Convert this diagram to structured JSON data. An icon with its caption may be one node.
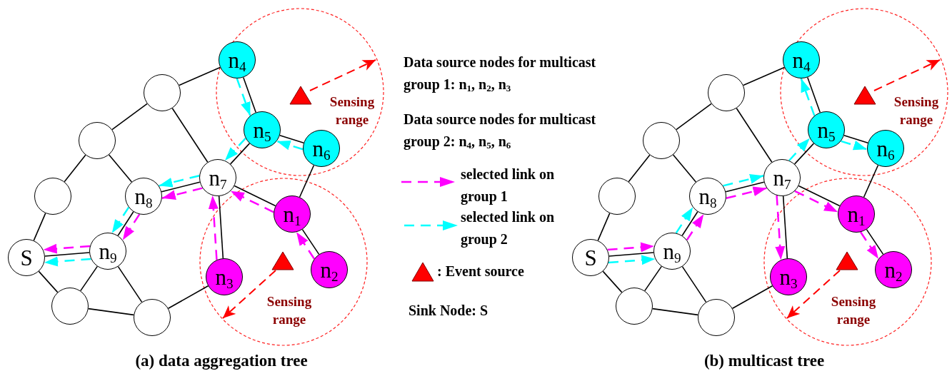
{
  "diagram": {
    "nodes": [
      {
        "text": [
          "n$_{4}$"
        ]
      },
      {
        "text": [],
        "shape": "circle"
      },
      {
        "text": [
          "n$_{5}$"
        ]
      },
      {
        "text": [],
        "shape": "circle"
      },
      {
        "text": [
          "n$_{6}$"
        ]
      },
      {
        "text": [
          "n$_{7}$"
        ]
      },
      {
        "text": [],
        "shape": "circle"
      },
      {
        "text": [
          "n$_{8}$"
        ]
      },
      {
        "text": [
          "n$_{1}$"
        ]
      },
      {
        "text": [
          "S"
        ]
      },
      {
        "text": [
          "n$_{9}$"
        ]
      },
      {
        "text": [
          "n$_{3}$"
        ]
      },
      {
        "text": [
          "n$_{2}$"
        ]
      },
      {
        "text": [],
        "shape": "circle"
      },
      {
        "text": [],
        "shape": "circle"
      },
      {
        "text": [
          "n$_{4}$"
        ]
      },
      {
        "text": [],
        "shape": "circle"
      },
      {
        "text": [
          "n$_{5}$"
        ]
      },
      {
        "text": [],
        "shape": "circle"
      },
      {
        "text": [
          "n$_{6}$"
        ]
      },
      {
        "text": [
          "n$_{7}$"
        ]
      },
      {
        "text": [],
        "shape": "circle"
      },
      {
        "text": [
          "n$_{8}$"
        ]
      },
      {
        "text": [
          "n$_{1}$"
        ]
      },
      {
        "text": [
          "S"
        ]
      },
      {
        "text": [
          "n$_{9}$"
        ]
      },
      {
        "text": [
          "n$_{3}$"
        ]
      },
      {
        "text": [
          "n$_{2}$"
        ]
      },
      {
        "text": [],
        "shape": "circle"
      },
      {
        "text": [],
        "shape": "circle"
      }
    ],
    "edges": [
      {
        "from": 0,
        "to": 1,
        "arrow": "none"
      },
      {
        "from": 1,
        "to": 3,
        "arrow": "none"
      },
      {
        "from": 3,
        "to": 6,
        "arrow": "none"
      },
      {
        "from": 6,
        "to": 9,
        "arrow": "none"
      },
      {
        "from": 3,
        "to": 7,
        "arrow": "none"
      },
      {
        "from": 1,
        "to": 5,
        "arrow": "none"
      },
      {
        "from": 0,
        "to": 2,
        "arrow": "none"
      },
      {
        "from": 2,
        "to": 4,
        "arrow": "none"
      },
      {
        "from": 2,
        "to": 5,
        "arrow": "none"
      },
      {
        "from": 5,
        "to": 7,
        "arrow": "none"
      },
      {
        "from": 5,
        "to": 8,
        "arrow": "none"
      },
      {
        "from": 5,
        "to": 11,
        "arrow": "none"
      },
      {
        "from": 4,
        "to": 8,
        "arrow": "none"
      },
      {
        "from": 8,
        "to": 12,
        "arrow": "none"
      },
      {
        "from": 7,
        "to": 10,
        "arrow": "none"
      },
      {
        "from": 9,
        "to": 10,
        "arrow": "none"
      },
      {
        "from": 9,
        "to": 13,
        "arrow": "none"
      },
      {
        "from": 10,
        "to": 13,
        "arrow": "none"
      },
      {
        "from": 10,
        "to": 14,
        "arrow": "none"
      },
      {
        "from": 13,
        "to": 14,
        "arrow": "none"
      },
      {
        "from": 14,
        "to": 11,
        "arrow": "none"
      },
      {
        "from": 0,
        "to": 2,
        "arrow": "to",
        "style": "dashed",
        "color": "#00ffff"
      },
      {
        "from": 4,
        "to": 2,
        "arrow": "to",
        "style": "dashed",
        "color": "#00ffff"
      },
      {
        "from": 2,
        "to": 5,
        "arrow": "to",
        "style": "dashed",
        "color": "#00ffff"
      },
      {
        "from": 5,
        "to": 7,
        "arrow": "to",
        "style": "dashed",
        "color": "#00ffff"
      },
      {
        "from": 7,
        "to": 10,
        "arrow": "to",
        "style": "dashed",
        "color": "#00ffff"
      },
      {
        "from": 10,
        "to": 9,
        "arrow": "to",
        "style": "dashed",
        "color": "#00ffff"
      },
      {
        "from": 12,
        "to": 8,
        "arrow": "to",
        "style": "dashed",
        "color": "#ff00ff"
      },
      {
        "from": 8,
        "to": 5,
        "arrow": "to",
        "style": "dashed",
        "color": "#ff00ff"
      },
      {
        "from": 11,
        "to": 5,
        "arrow": "to",
        "style": "dashed",
        "color": "#ff00ff"
      },
      {
        "from": 5,
        "to": 7,
        "arrow": "to",
        "style": "dashed",
        "color": "#ff00ff"
      },
      {
        "from": 7,
        "to": 10,
        "arrow": "to",
        "style": "dashed",
        "color": "#ff00ff"
      },
      {
        "from": 10,
        "to": 9,
        "arrow": "to",
        "style": "dashed",
        "color": "#ff00ff"
      },
      {
        "from": 15,
        "to": 16,
        "arrow": "none"
      },
      {
        "from": 16,
        "to": 18,
        "arrow": "none"
      },
      {
        "from": 18,
        "to": 21,
        "arrow": "none"
      },
      {
        "from": 21,
        "to": 24,
        "arrow": "none"
      },
      {
        "from": 18,
        "to": 22,
        "arrow": "none"
      },
      {
        "from": 16,
        "to": 20,
        "arrow": "none"
      },
      {
        "from": 15,
        "to": 17,
        "arrow": "none"
      },
      {
        "from": 17,
        "to": 19,
        "arrow": "none"
      },
      {
        "from": 17,
        "to": 20,
        "arrow": "none"
      },
      {
        "from": 20,
        "to": 22,
        "arrow": "none"
      },
      {
        "from": 20,
        "to": 23,
        "arrow": "none"
      },
      {
        "from": 20,
        "to": 26,
        "arrow": "none"
      },
      {
        "from": 19,
        "to": 23,
        "arrow": "none"
      },
      {
        "from": 23,
        "to": 27,
        "arrow": "none"
      },
      {
        "from": 22,
        "to": 25,
        "arrow": "none"
      },
      {
        "from": 24,
        "to": 25,
        "arrow": "none"
      },
      {
        "from": 24,
        "to": 28,
        "arrow": "none"
      },
      {
        "from": 25,
        "to": 28,
        "arrow": "none"
      },
      {
        "from": 25,
        "to": 29,
        "arrow": "none"
      },
      {
        "from": 28,
        "to": 29,
        "arrow": "none"
      },
      {
        "from": 29,
        "to": 26,
        "arrow": "none"
      },
      {
        "from": 24,
        "to": 25,
        "arrow": "to",
        "style": "dashed",
        "color": "#00ffff"
      },
      {
        "from": 25,
        "to": 22,
        "arrow": "to",
        "style": "dashed",
        "color": "#00ffff"
      },
      {
        "from": 22,
        "to": 20,
        "arrow": "to",
        "style": "dashed",
        "color": "#00ffff"
      },
      {
        "from": 20,
        "to": 17,
        "arrow": "to",
        "style": "dashed",
        "color": "#00ffff"
      },
      {
        "from": 17,
        "to": 15,
        "arrow": "to",
        "style": "dashed",
        "color": "#00ffff"
      },
      {
        "from": 17,
        "to": 19,
        "arrow": "to",
        "style": "dashed",
        "color": "#00ffff"
      },
      {
        "from": 24,
        "to": 25,
        "arrow": "to",
        "style": "dashed",
        "color": "#ff00ff"
      },
      {
        "from": 25,
        "to": 22,
        "arrow": "to",
        "style": "dashed",
        "color": "#ff00ff"
      },
      {
        "from": 22,
        "to": 20,
        "arrow": "to",
        "style": "dashed",
        "color": "#ff00ff"
      },
      {
        "from": 20,
        "to": 23,
        "arrow": "to",
        "style": "dashed",
        "color": "#ff00ff"
      },
      {
        "from": 23,
        "to": 27,
        "arrow": "to",
        "style": "dashed",
        "color": "#ff00ff"
      },
      {
        "from": 20,
        "to": 26,
        "arrow": "to",
        "style": "dashed",
        "color": "#ff00ff"
      }
    ],
    "labels": [
      "Sensing range",
      "Sensing range",
      "Data source nodes for multicast group 1: n$_{1}$, n$_{2}$, n$_{3}$",
      "Data source nodes for multicast group 2: n$_{4}$, n$_{5}$, n$_{6}$",
      "Sink Node: S",
      "Sensing range",
      "Sensing range",
      "(a) data aggregation tree",
      "(b) multicast tree"
    ],
    "legend": [
      {
        "text": "selected link on group 1"
      },
      {
        "text": "selected link on group 2"
      },
      {
        "text": ": Event source"
      }
    ]
  }
}
